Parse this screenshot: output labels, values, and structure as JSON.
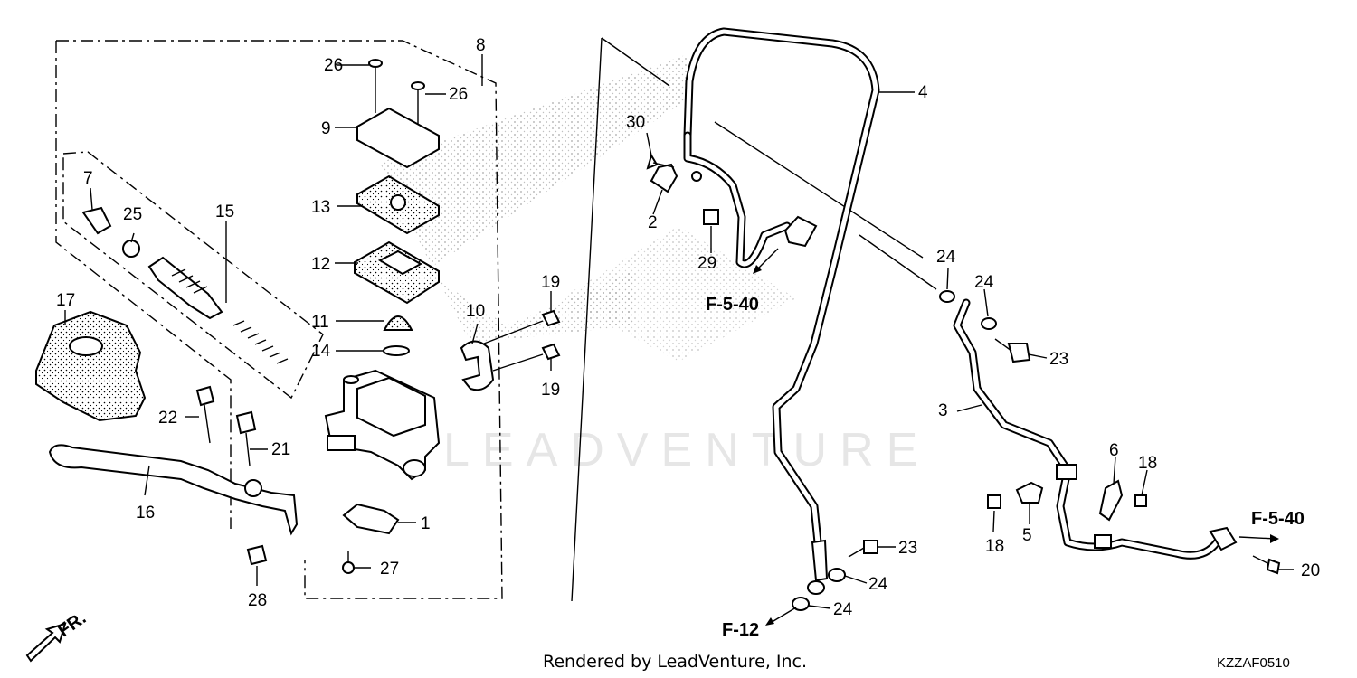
{
  "labels": {
    "p1": "1",
    "p2": "2",
    "p3": "3",
    "p4": "4",
    "p5": "5",
    "p6": "6",
    "p7": "7",
    "p8": "8",
    "p9": "9",
    "p10": "10",
    "p11": "11",
    "p12": "12",
    "p13": "13",
    "p14": "14",
    "p15": "15",
    "p16": "16",
    "p17": "17",
    "p18a": "18",
    "p18b": "18",
    "p19a": "19",
    "p19b": "19",
    "p20": "20",
    "p21": "21",
    "p22": "22",
    "p23a": "23",
    "p23b": "23",
    "p24a": "24",
    "p24b": "24",
    "p24c": "24",
    "p24d": "24",
    "p25": "25",
    "p26a": "26",
    "p26b": "26",
    "p27": "27",
    "p28": "28",
    "p29": "29",
    "p30": "30"
  },
  "refs": {
    "f540_top": "F-5-40",
    "f540_right": "F-5-40",
    "f12": "F-12"
  },
  "direction_mark": "FR.",
  "watermark": "LEADVENTURE",
  "footer": "Rendered by LeadVenture, Inc.",
  "diagram_code": "KZZAF0510"
}
